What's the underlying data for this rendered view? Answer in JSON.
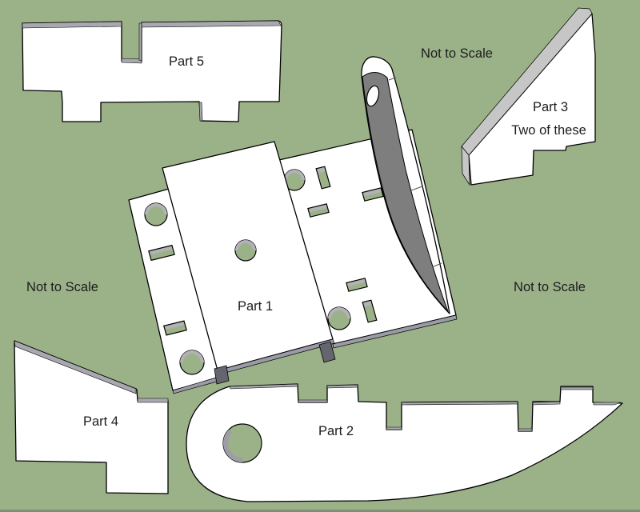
{
  "scene": {
    "background_color": "#9bb289",
    "ground_strip_color": "#7d9071",
    "face_color": "#ffffff",
    "edge_color": "#000000",
    "bevel_light": "#c6c6c6",
    "bevel_medium": "#a8a8b0",
    "band_slate": "#9b9ba7",
    "tab_dark": "#65656f",
    "fin_gray": "#7e7e7e",
    "crescent_gray": "#b2b2b8",
    "hole_crescent_dark": "#9d9da5",
    "text_color": "#1c1c1c"
  },
  "labels": {
    "part1": "Part 1",
    "part2": "Part 2",
    "part3": "Part 3",
    "part3_note": "Two of these",
    "part4": "Part 4",
    "part5": "Part 5",
    "not_to_scale_top": "Not to Scale",
    "not_to_scale_left": "Not to Scale",
    "not_to_scale_right": "Not to Scale"
  }
}
